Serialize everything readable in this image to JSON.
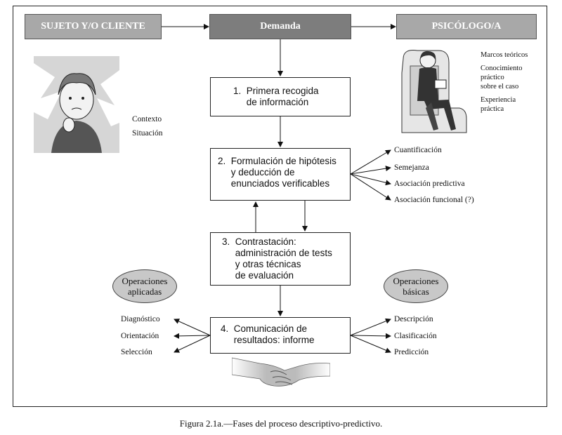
{
  "header": {
    "client": "SUJETO Y/O CLIENTE",
    "demand": "Demanda",
    "psychologist": "PSICÓLOGO/A"
  },
  "steps": {
    "step1": "1.  Primera recogida\n     de información",
    "step2": "2.  Formulación de hipótesis\n     y deducción de\n     enunciados verificables",
    "step3": "3.  Contrastación:\n     administración de tests\n     y otras técnicas\n     de evaluación",
    "step4": "4.  Comunicación de\n     resultados: informe"
  },
  "client_context": {
    "context": "Contexto",
    "situation": "Situación"
  },
  "psychologist_notes": {
    "theory": "Marcos teóricos",
    "knowledge": "Conocimiento\npráctico\nsobre el caso",
    "experience": "Experiencia\npráctica"
  },
  "hypothesis_outputs": [
    "Cuantificación",
    "Semejanza",
    "Asociación predictiva",
    "Asociación funcional (?)"
  ],
  "applied_ops": {
    "title": "Operaciones\naplicadas",
    "items": [
      "Diagnóstico",
      "Orientación",
      "Selección"
    ]
  },
  "basic_ops": {
    "title": "Operaciones\nbásicas",
    "items": [
      "Descripción",
      "Clasificación",
      "Predicción"
    ]
  },
  "caption": "Figura 2.1a.—Fases del proceso descriptivo-predictivo.",
  "colors": {
    "header_light": "#a8a8a8",
    "header_dark": "#7d7d7d",
    "ellipse": "#c8c8c8"
  }
}
